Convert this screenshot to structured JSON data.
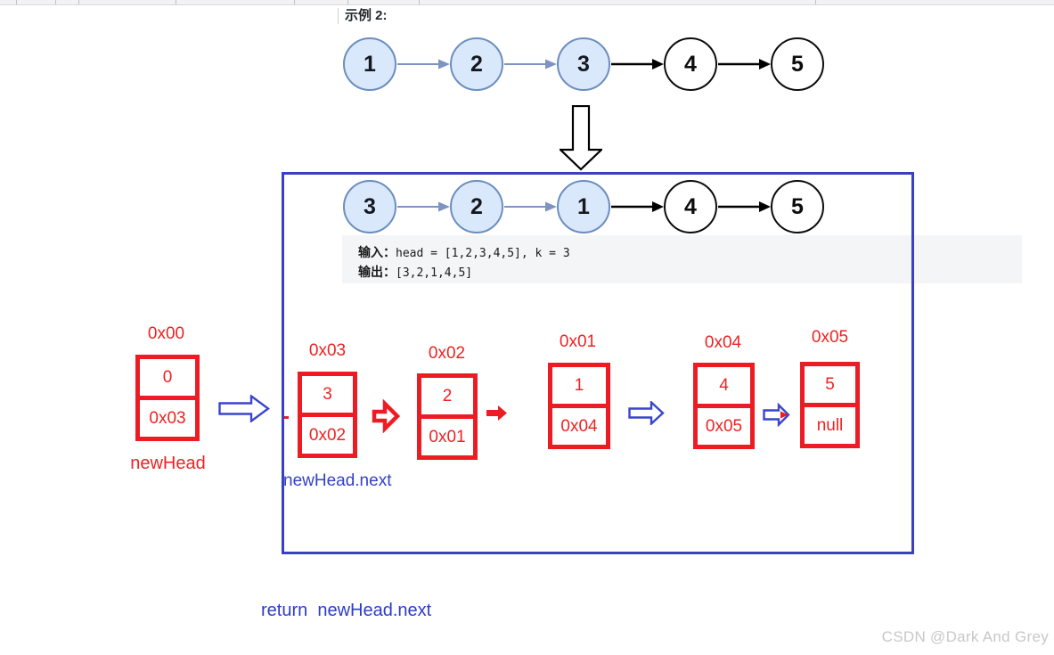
{
  "page": {
    "example_label": "示例 2:",
    "return_statement": "return  newHead.next",
    "watermark": "CSDN @Dark And Grey"
  },
  "io_block": {
    "input_label": "输入：",
    "input_code": "head = [1,2,3,4,5], k = 3",
    "output_label": "输出：",
    "output_code": "[3,2,1,4,5]"
  },
  "top_list": {
    "nodes": [
      {
        "value": "1",
        "style": "highlighted"
      },
      {
        "value": "2",
        "style": "highlighted"
      },
      {
        "value": "3",
        "style": "highlighted"
      },
      {
        "value": "4",
        "style": "plain"
      },
      {
        "value": "5",
        "style": "plain"
      }
    ]
  },
  "result_list": {
    "nodes": [
      {
        "value": "3",
        "style": "highlighted"
      },
      {
        "value": "2",
        "style": "highlighted"
      },
      {
        "value": "1",
        "style": "highlighted"
      },
      {
        "value": "4",
        "style": "plain"
      },
      {
        "value": "5",
        "style": "plain"
      }
    ]
  },
  "memory": {
    "outside_node": {
      "address": "0x00",
      "value": "0",
      "next": "0x03",
      "caption": "newHead"
    },
    "pointer_label": "newHead.next",
    "nodes": [
      {
        "address": "0x03",
        "value": "3",
        "next": "0x02"
      },
      {
        "address": "0x02",
        "value": "2",
        "next": "0x01"
      },
      {
        "address": "0x01",
        "value": "1",
        "next": "0x04"
      },
      {
        "address": "0x04",
        "value": "4",
        "next": "0x05"
      },
      {
        "address": "0x05",
        "value": "5",
        "next": "null"
      }
    ]
  },
  "colors": {
    "red": "#ed1c24",
    "frame_blue": "#3a40c4",
    "blue_text": "#3341cc",
    "list_node_fill": "#dae8fc",
    "list_node_border": "#6c8ebf",
    "list_arrow_gray_blue": "#7d93c3"
  }
}
